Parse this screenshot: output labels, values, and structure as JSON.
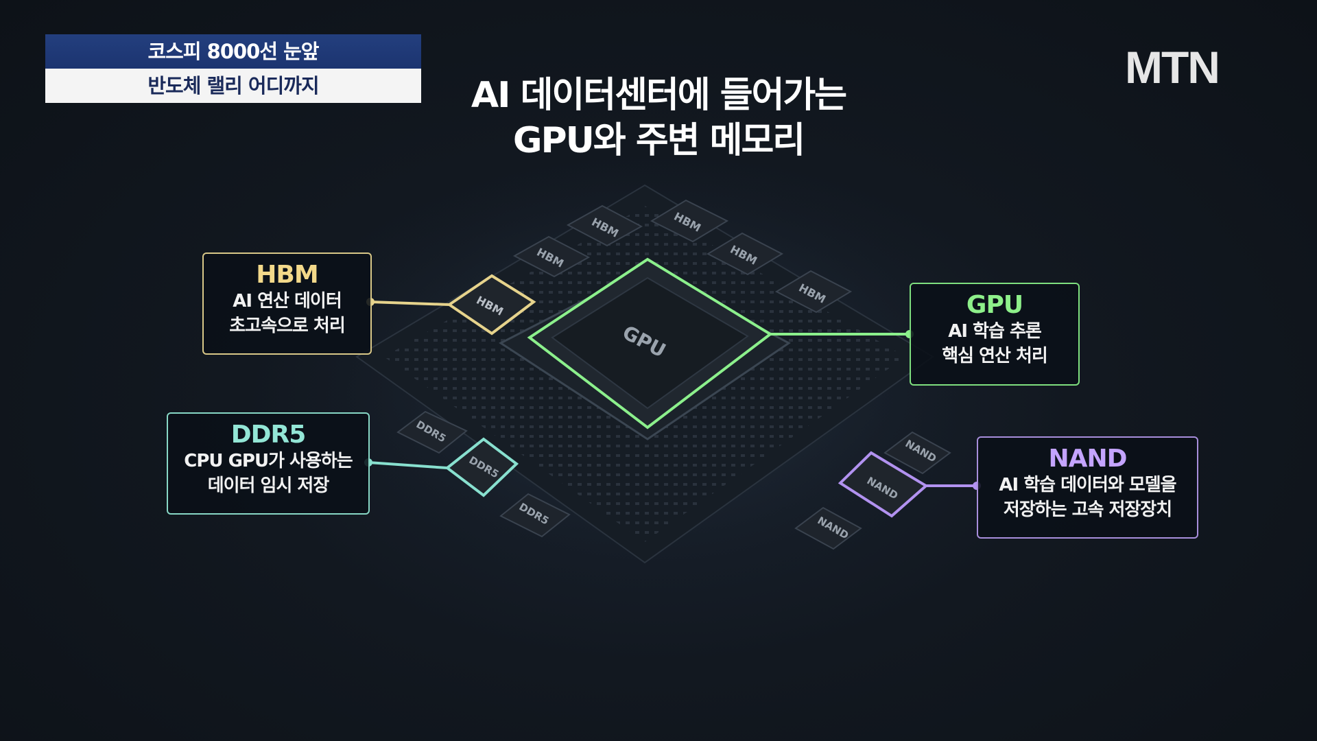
{
  "ticker": {
    "line1": "코스피 8000선 눈앞",
    "line2": "반도체 랠리 어디까지"
  },
  "logo": "MTN",
  "title": {
    "line1": "AI 데이터센터에 들어가는",
    "line2": "GPU와 주변 메모리"
  },
  "chip_labels": {
    "gpu": "GPU",
    "hbm": "HBM",
    "ddr5": "DDR5",
    "nand": "NAND"
  },
  "callouts": {
    "hbm": {
      "heading": "HBM",
      "line1": "AI 연산 데이터",
      "line2": "초고속으로 처리",
      "color": "#f3d98a"
    },
    "gpu": {
      "heading": "GPU",
      "line1": "AI 학습 추론",
      "line2": "핵심 연산 처리",
      "color": "#8ef08a"
    },
    "ddr5": {
      "heading": "DDR5",
      "line1": "CPU GPU가 사용하는",
      "line2": "데이터 임시 저장",
      "color": "#93e6d6"
    },
    "nand": {
      "heading": "NAND",
      "line1": "AI 학습 데이터와 모델을",
      "line2": "저장하는 고속 저장장치",
      "color": "#c4a4ff"
    }
  }
}
